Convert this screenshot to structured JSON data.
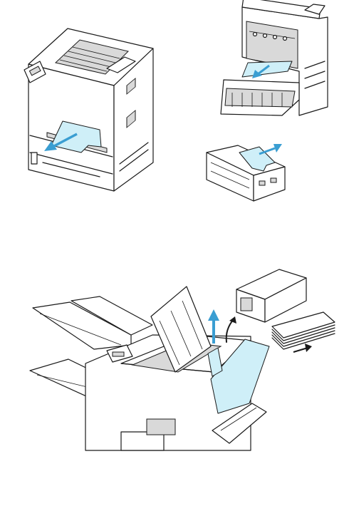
{
  "colors": {
    "paper": "#cfeff8",
    "arrow": "#3a9ed2",
    "line": "#1a1a1a",
    "shade": "#d9d9d9",
    "background": "#ffffff"
  },
  "panels": [
    {
      "name": "printer-front-view",
      "icon": "printer-icon",
      "arrow": "remove-paper-arrow-icon"
    },
    {
      "name": "rear-door-open-view",
      "icon": "rear-door-icon",
      "arrow": "remove-paper-arrow-icon"
    },
    {
      "name": "duplexer-view",
      "icon": "duplexer-icon",
      "arrow": "remove-paper-arrow-icon"
    },
    {
      "name": "printer-top-open-view",
      "icon": "toner-cartridge-icon",
      "arrow": "lift-arrow-icon"
    }
  ]
}
